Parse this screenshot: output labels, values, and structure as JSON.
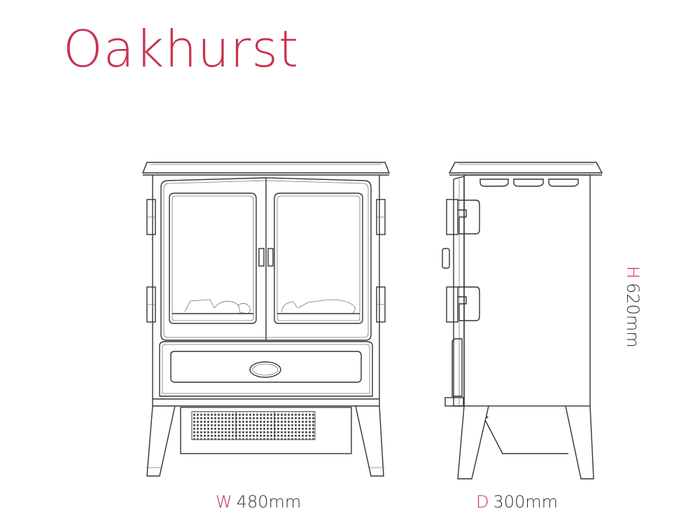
{
  "title": "Oakhurst",
  "colors": {
    "accent": "#c8334f",
    "text": "#333333",
    "line": "#333333",
    "background": "#ffffff"
  },
  "views": {
    "front": {
      "label": "front-view",
      "dimension": {
        "key": "W",
        "value": "480mm"
      }
    },
    "side": {
      "label": "side-view",
      "dimension": {
        "key": "D",
        "value": "300mm"
      }
    },
    "height": {
      "dimension": {
        "key": "H",
        "value": "620mm"
      }
    }
  }
}
